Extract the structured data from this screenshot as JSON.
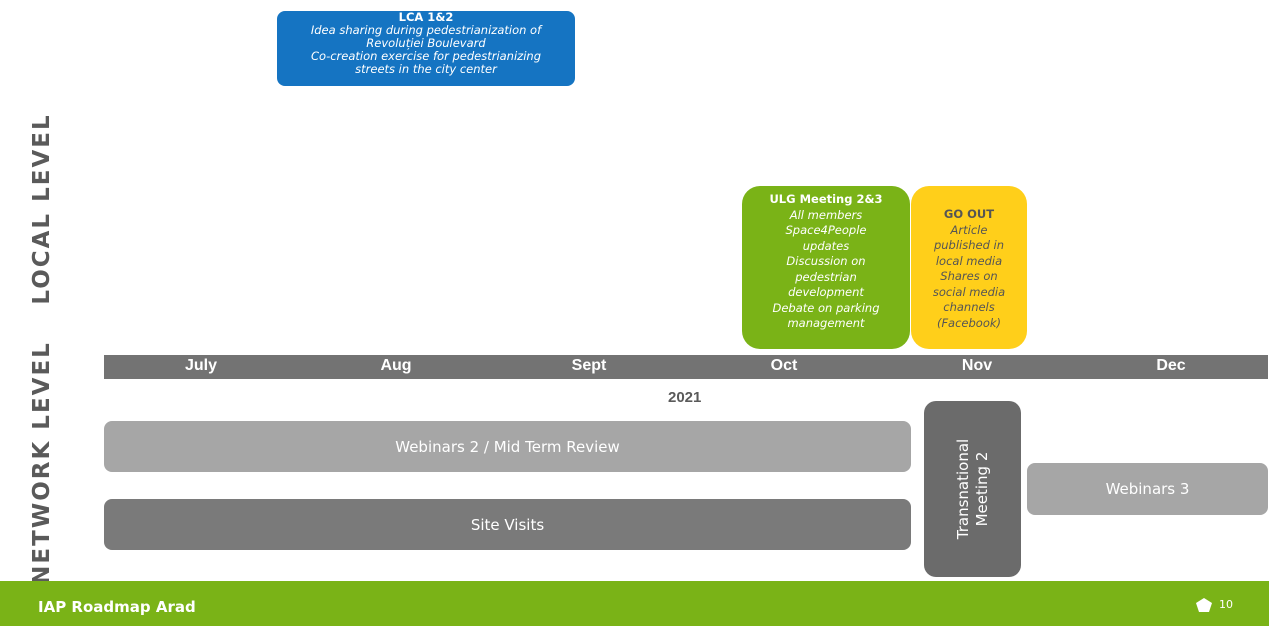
{
  "side_labels": {
    "local": "LOCAL LEVEL",
    "network": "NETWORK LEVEL"
  },
  "lca": {
    "title": "LCA 1&2",
    "lines": [
      "Idea sharing during pedestrianization of",
      "Revoluției Boulevard",
      "Co-creation exercise for pedestrianizing",
      "streets in the city center"
    ]
  },
  "ulg": {
    "title": "ULG Meeting 2&3",
    "lines": [
      "All members",
      "Space4People",
      "updates",
      "Discussion on",
      "pedestrian",
      "development",
      "Debate on parking",
      "management"
    ]
  },
  "go_out": {
    "title": "GO OUT",
    "lines": [
      "Article",
      "published in",
      "local media",
      "Shares on",
      "social media",
      "channels",
      "(Facebook)"
    ]
  },
  "timeline": {
    "months": [
      "July",
      "Aug",
      "Sept",
      "Oct",
      "Nov",
      "Dec"
    ],
    "year": "2021"
  },
  "network": {
    "webinars2": "Webinars 2 / Mid Term Review",
    "site_visits": "Site Visits",
    "transnational_line1": "Transnational",
    "transnational_line2": "Meeting 2",
    "webinars3": "Webinars 3"
  },
  "footer": {
    "title": "IAP Roadmap Arad",
    "page_number": "10"
  },
  "colors": {
    "blue": "#1574c2",
    "green": "#7ab317",
    "yellow": "#ffcf1a",
    "gray_dark": "#737373",
    "gray_light": "#a6a6a6"
  }
}
